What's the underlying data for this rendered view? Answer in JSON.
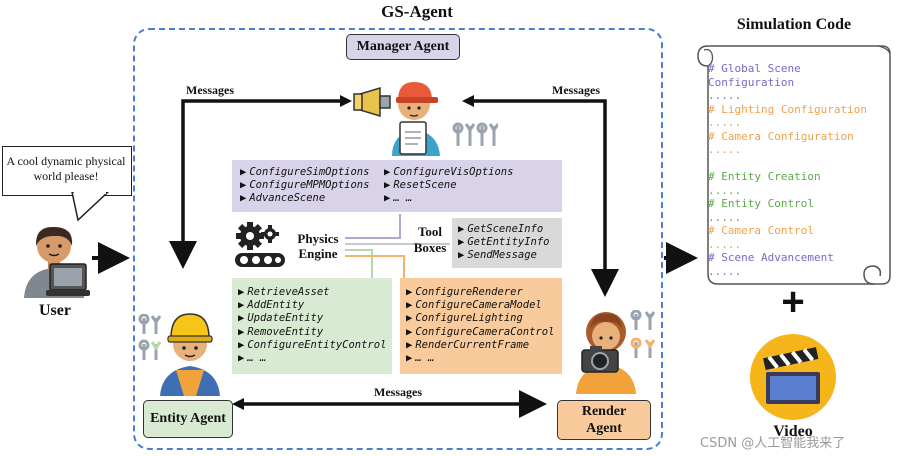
{
  "title": "GS-Agent",
  "user": {
    "speech": "A cool dynamic physical world please!",
    "label": "User"
  },
  "manager": {
    "label": "Manager Agent"
  },
  "entity": {
    "label": "Entity Agent"
  },
  "render": {
    "label": "Render Agent"
  },
  "messages": {
    "left": "Messages",
    "right": "Messages",
    "bottom": "Messages"
  },
  "physics_engine": {
    "label_line1": "Physics",
    "label_line2": "Engine"
  },
  "tool_boxes": {
    "label_line1": "Tool",
    "label_line2": "Boxes"
  },
  "manager_tools": {
    "col1": [
      "ConfigureSimOptions",
      "ConfigureMPMOptions",
      "AdvanceScene"
    ],
    "col2": [
      "ConfigureVisOptions",
      "ResetScene",
      "… …"
    ]
  },
  "common_tools": [
    "GetSceneInfo",
    "GetEntityInfo",
    "SendMessage"
  ],
  "entity_tools": [
    "RetrieveAsset",
    "AddEntity",
    "UpdateEntity",
    "RemoveEntity",
    "ConfigureEntityControl",
    "… …"
  ],
  "render_tools": [
    "ConfigureRenderer",
    "ConfigureCameraModel",
    "ConfigureLighting",
    "ConfigureCameraControl",
    "RenderCurrentFrame",
    "… …"
  ],
  "simulation_code": {
    "title": "Simulation Code",
    "lines": [
      {
        "text": "# Global Scene",
        "color": "#7b68c8"
      },
      {
        "text": "Configuration",
        "color": "#7b68c8"
      },
      {
        "text": ".....",
        "color": "#7b68c8"
      },
      {
        "text": "# Lighting Configuration",
        "color": "#f0a04b"
      },
      {
        "text": ".....",
        "color": "#f0a04b"
      },
      {
        "text": "# Camera Configuration",
        "color": "#f0a04b"
      },
      {
        "text": ".....",
        "color": "#f0a04b"
      },
      {
        "text": "",
        "color": "#ffffff"
      },
      {
        "text": "# Entity Creation",
        "color": "#5aaa46"
      },
      {
        "text": ".....",
        "color": "#5aaa46"
      },
      {
        "text": "# Entity Control",
        "color": "#5aaa46"
      },
      {
        "text": ".....",
        "color": "#5aaa46"
      },
      {
        "text": "# Camera Control",
        "color": "#f0a04b"
      },
      {
        "text": ".....",
        "color": "#f0a04b"
      },
      {
        "text": "# Scene Advancement",
        "color": "#7b68c8"
      },
      {
        "text": ".....",
        "color": "#7b68c8"
      }
    ]
  },
  "plus_symbol": "+",
  "video": {
    "label": "Video"
  },
  "watermark": "CSDN @人工智能我来了",
  "colors": {
    "dashed_border": "#4a7fd0",
    "manager_fill": "#d9d3ea",
    "entity_fill": "#d9ead3",
    "render_fill": "#f9cb9c",
    "common_fill": "#d9d9d9",
    "speech_fill": "#ffffff"
  },
  "icons": [
    "speech-bubble-icon",
    "user-avatar-icon",
    "laptop-icon",
    "manager-avatar-icon",
    "megaphone-icon",
    "worker-avatar-icon",
    "photographer-avatar-icon",
    "camera-icon",
    "tools-icon",
    "gears-icon",
    "conveyor-icon",
    "scroll-icon",
    "clapperboard-icon"
  ]
}
